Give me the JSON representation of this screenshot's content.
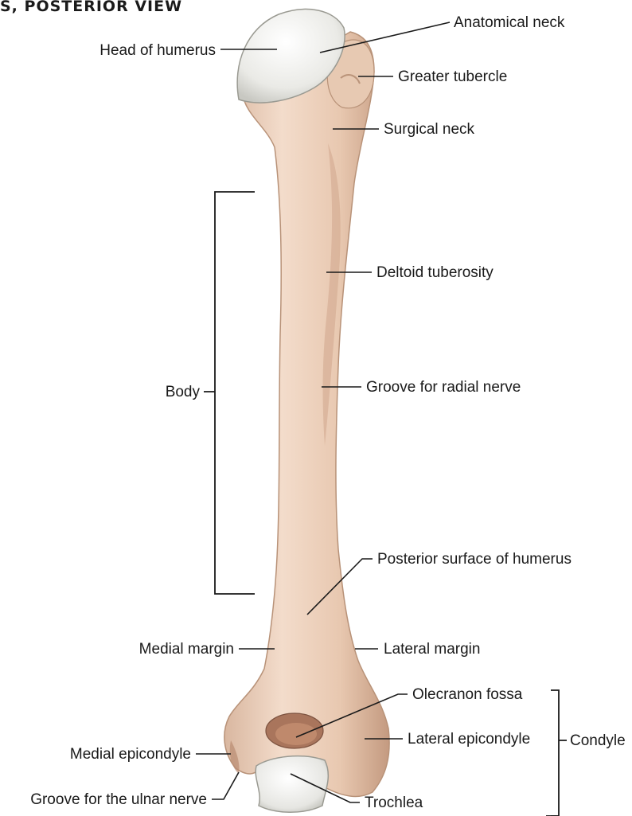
{
  "header": "S, POSTERIOR VIEW",
  "labels": {
    "head_of_humerus": "Head of humerus",
    "anatomical_neck": "Anatomical neck",
    "greater_tubercle": "Greater tubercle",
    "surgical_neck": "Surgical neck",
    "deltoid_tuberosity": "Deltoid tuberosity",
    "body": "Body",
    "groove_radial_nerve": "Groove for radial nerve",
    "posterior_surface": "Posterior surface of humerus",
    "medial_margin": "Medial margin",
    "lateral_margin": "Lateral margin",
    "olecranon_fossa": "Olecranon fossa",
    "lateral_epicondyle": "Lateral epicondyle",
    "condyle": "Condyle",
    "medial_epicondyle": "Medial epicondyle",
    "groove_ulnar_nerve": "Groove for the ulnar nerve",
    "trochlea": "Trochlea"
  },
  "colors": {
    "bone": "#ecd2bc",
    "bone_shadow": "#c9a48a",
    "cartilage": "#f4f4f2",
    "line": "#1a1a1a"
  }
}
